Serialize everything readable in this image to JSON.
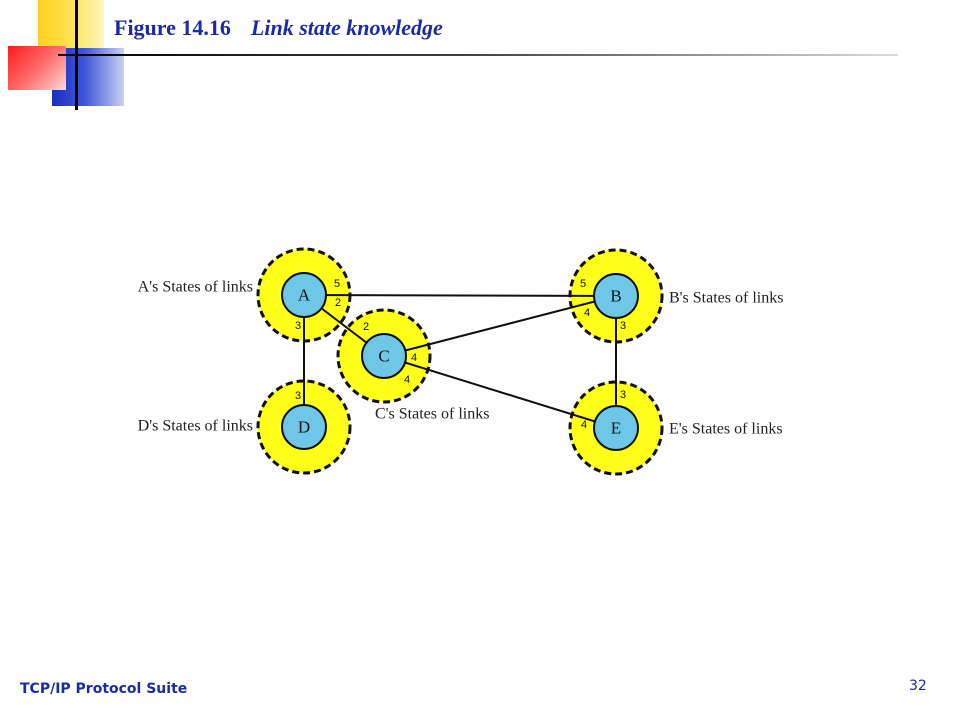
{
  "title": {
    "figure": "Figure 14.16",
    "caption": "Link state knowledge"
  },
  "footer": {
    "suite": "TCP/IP Protocol Suite",
    "page": "32"
  },
  "colors": {
    "title": "#1a2aa8",
    "halo": "#ffff19",
    "node": "#6fc7e8"
  },
  "nodes": [
    {
      "id": "A",
      "label": "A",
      "states_label": "A's States of links"
    },
    {
      "id": "B",
      "label": "B",
      "states_label": "B's States of links"
    },
    {
      "id": "C",
      "label": "C",
      "states_label": "C's States of links"
    },
    {
      "id": "D",
      "label": "D",
      "states_label": "D's States of links"
    },
    {
      "id": "E",
      "label": "E",
      "states_label": "E's States of links"
    }
  ],
  "links": [
    {
      "from": "A",
      "to": "B",
      "cost": "5"
    },
    {
      "from": "A",
      "to": "C",
      "cost": "2"
    },
    {
      "from": "A",
      "to": "D",
      "cost": "3"
    },
    {
      "from": "B",
      "to": "C",
      "cost": "4"
    },
    {
      "from": "B",
      "to": "E",
      "cost": "3"
    },
    {
      "from": "C",
      "to": "E",
      "cost": "4"
    }
  ]
}
